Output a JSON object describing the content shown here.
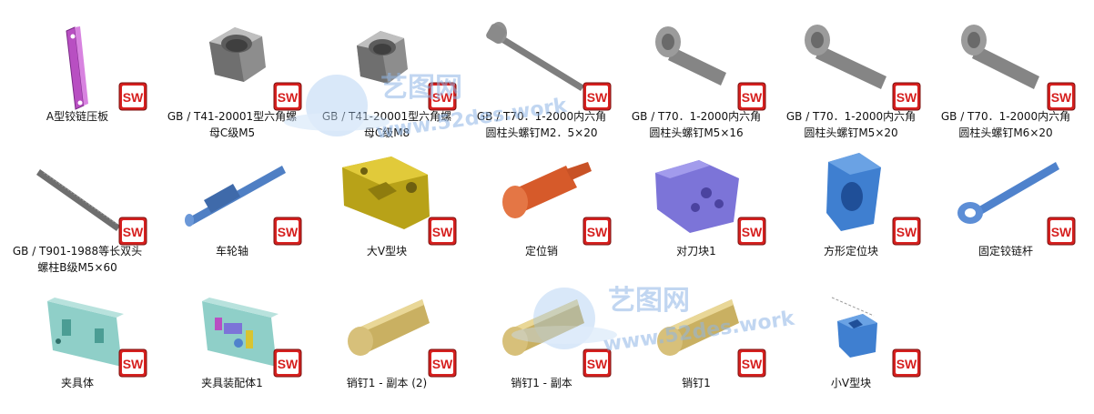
{
  "files": [
    {
      "name": "A型铰链压板",
      "icon": "hinge-plate-part"
    },
    {
      "name": "GB / T41-20001型六角螺\n母C级M5",
      "icon": "hex-nut-part"
    },
    {
      "name": "GB / T41-20001型六角螺\n母C级M8",
      "icon": "hex-nut-part"
    },
    {
      "name": "GB / T70．1-2000内六角\n圆柱头螺钉M2．5×20",
      "icon": "socket-screw-long-part"
    },
    {
      "name": "GB / T70．1-2000内六角\n圆柱头螺钉M5×16",
      "icon": "socket-screw-part"
    },
    {
      "name": "GB / T70．1-2000内六角\n圆柱头螺钉M5×20",
      "icon": "socket-screw-part"
    },
    {
      "name": "GB / T70．1-2000内六角\n圆柱头螺钉M6×20",
      "icon": "socket-screw-part"
    },
    {
      "name": "GB / T901-1988等长双头\n螺柱B级M5×60",
      "icon": "stud-bolt-part"
    },
    {
      "name": "车轮轴",
      "icon": "wheel-shaft-part"
    },
    {
      "name": "大V型块",
      "icon": "large-v-block-part"
    },
    {
      "name": "定位销",
      "icon": "locating-pin-part"
    },
    {
      "name": "对刀块1",
      "icon": "tool-setting-block-part"
    },
    {
      "name": "方形定位块",
      "icon": "square-locating-block-part"
    },
    {
      "name": "固定铰链杆",
      "icon": "hinge-rod-part"
    },
    {
      "name": "夹具体",
      "icon": "fixture-body-part"
    },
    {
      "name": "夹具装配体1",
      "icon": "fixture-assembly"
    },
    {
      "name": "销钉1 - 副本 (2)",
      "icon": "dowel-pin-part"
    },
    {
      "name": "销钉1 - 副本",
      "icon": "dowel-pin-part"
    },
    {
      "name": "销钉1",
      "icon": "dowel-pin-part"
    },
    {
      "name": "小V型块",
      "icon": "small-v-block-part"
    }
  ],
  "badge": {
    "text": "SW",
    "icon": "solidworks-icon",
    "color": "#d6201f"
  },
  "watermark": {
    "title": "艺图网",
    "url": "www.52des.work",
    "icon": "globe-logo-icon"
  }
}
